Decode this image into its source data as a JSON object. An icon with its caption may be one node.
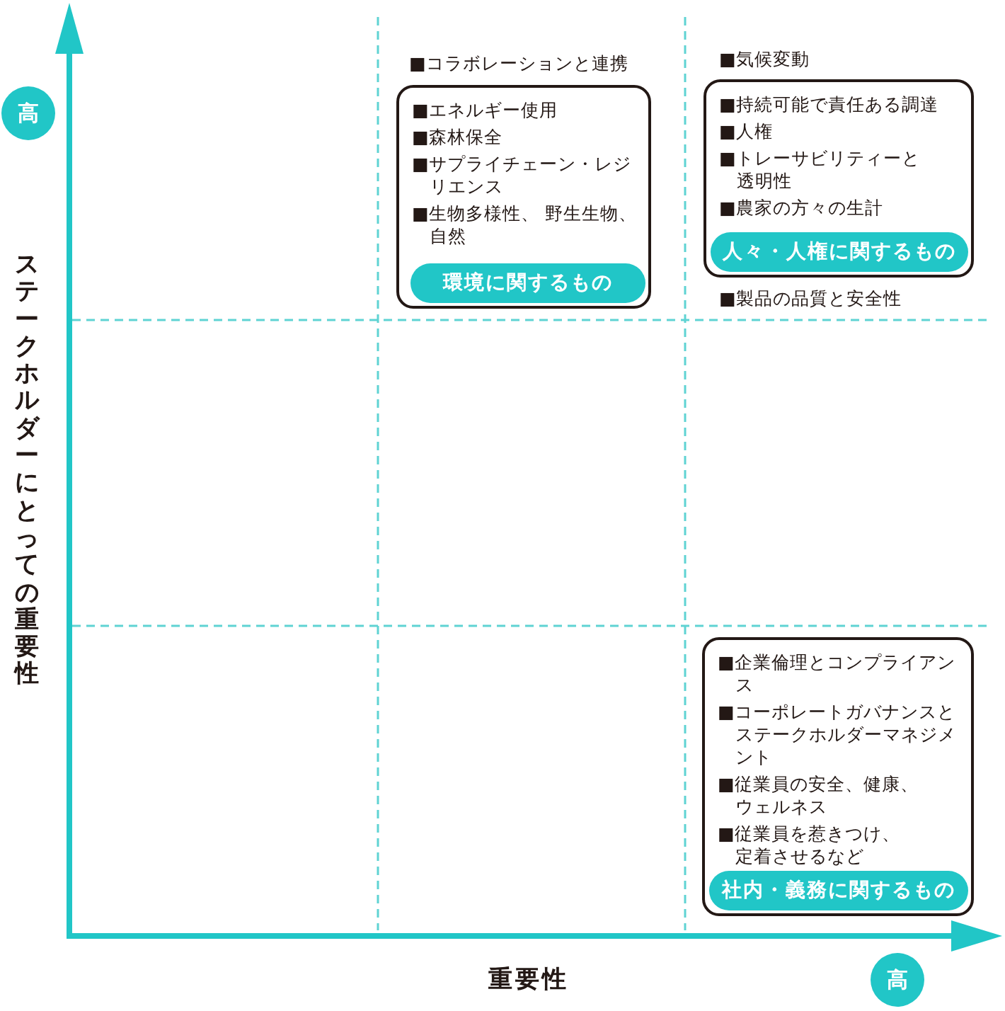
{
  "diagram": {
    "nodes": [
      {
        "text": [
          "高"
        ]
      },
      {
        "text": [
          "■エネルギー使用",
          "■森林保全",
          "■サプライチェーン・レジリエンス",
          "■生物多様性、 野生生物、自然"
        ]
      },
      {
        "text": [
          "環境に関するもの"
        ],
        "in": 1
      },
      {
        "text": [
          "■持続可能で責任ある調達",
          "■人権",
          "■トレーサビリティーと透明性",
          "■農家の方々の生計"
        ]
      },
      {
        "text": [
          "人々・人権に関するもの"
        ],
        "in": 3
      },
      {
        "text": [
          "■企業倫理とコンプライアンス",
          "■コーポレートガバナンスとステークホルダーマネジメント",
          "■従業員の安全、健康、ウェルネス",
          "■従業員を惹きつけ、定着させるなど"
        ]
      },
      {
        "text": [
          "社内・義務に関するもの"
        ],
        "in": 5
      },
      {
        "text": [
          "高"
        ]
      }
    ],
    "labels": [
      "■コラボレーションと連携",
      "■気候変動",
      "■製品の品質と安全性",
      "ステークホルダーにとっての重要性",
      "重要性"
    ]
  }
}
